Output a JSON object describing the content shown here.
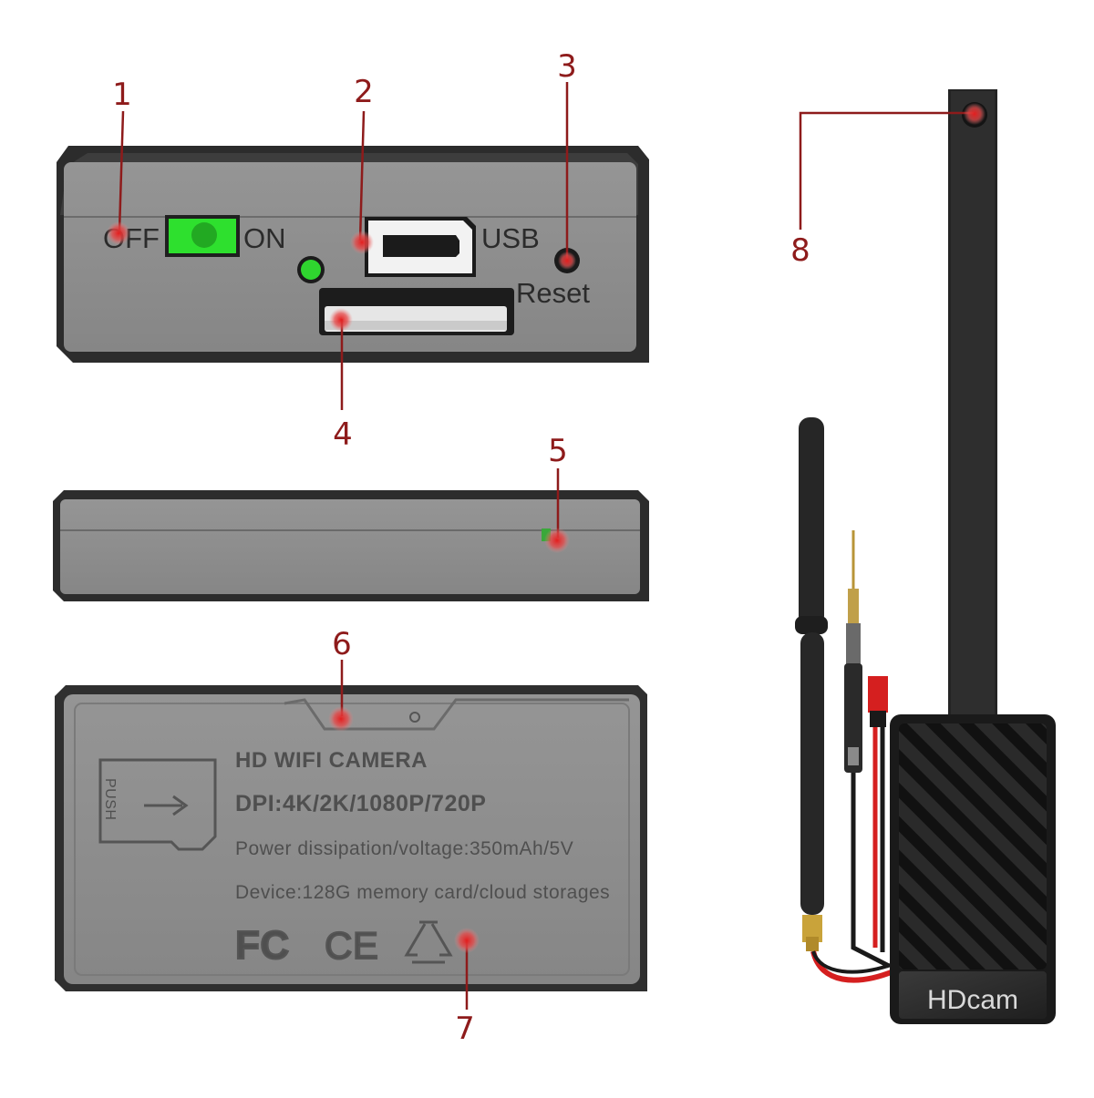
{
  "colors": {
    "callout": "#8e1b1b",
    "dot": "#d32222",
    "switch_green": "#2ee02e",
    "led_green": "#2fd52f",
    "case_dark": "#2b2b2b",
    "case_face": "#8e8e8e"
  },
  "front_panel": {
    "switch_off": "OFF",
    "switch_on": "ON",
    "usb_label": "USB",
    "reset_label": "Reset"
  },
  "back_panel": {
    "push_label": "PUSH",
    "line1": "HD  WIFI  CAMERA",
    "line2": "DPI:4K/2K/1080P/720P",
    "line3": "Power  dissipation/voltage:350mAh/5V",
    "line4": "Device:128G  memory  card/cloud  storages",
    "fc_mark": "FC",
    "ce_mark": "CE",
    "recycle_icon": "recycle-icon"
  },
  "module": {
    "brand": "HDcam"
  },
  "callouts": [
    {
      "num": "1",
      "name": "callout-1-power-switch"
    },
    {
      "num": "2",
      "name": "callout-2-usb-port"
    },
    {
      "num": "3",
      "name": "callout-3-reset-button"
    },
    {
      "num": "4",
      "name": "callout-4-card-slot"
    },
    {
      "num": "5",
      "name": "callout-5-side-indicator"
    },
    {
      "num": "6",
      "name": "callout-6-camera-lens"
    },
    {
      "num": "7",
      "name": "callout-7-recycle-mark"
    },
    {
      "num": "8",
      "name": "callout-8-lens-tip"
    }
  ]
}
